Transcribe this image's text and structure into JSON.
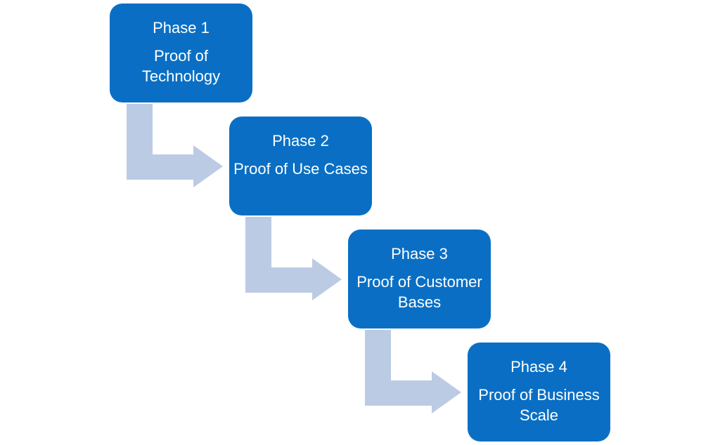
{
  "colors": {
    "box_fill": "#0a6fc4",
    "box_text": "#ffffff",
    "arrow_fill": "#bccbe4",
    "background": "#ffffff"
  },
  "phases": [
    {
      "title": "Phase 1",
      "description": "Proof of Technology"
    },
    {
      "title": "Phase 2",
      "description": "Proof of Use Cases"
    },
    {
      "title": "Phase 3",
      "description": "Proof of Customer Bases"
    },
    {
      "title": "Phase 4",
      "description": "Proof of Business Scale"
    }
  ]
}
